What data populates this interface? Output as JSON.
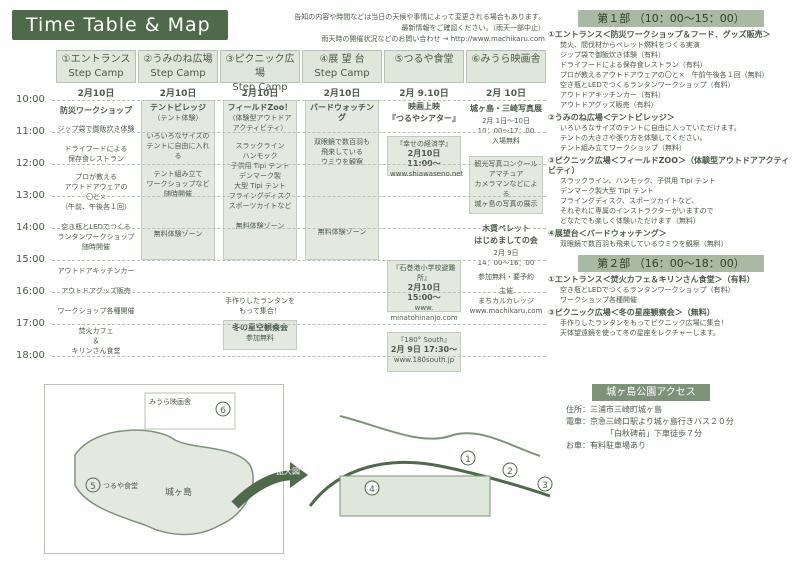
{
  "title": "Time Table & Map",
  "notes": [
    "告知の内容や時間などは当日の天候や事情によって変更される場合もあります。",
    "最新情報をご確認ください。（雨天一部中止）",
    "雨天時の開催状況などのお問い合わせ → http://www.machikaru.com"
  ],
  "times": [
    "10:00",
    "11:00",
    "12:00",
    "13:00",
    "14:00",
    "15:00",
    "16:00",
    "17:00",
    "18:00"
  ],
  "venues": [
    {
      "num": "①",
      "name": "エントランス",
      "sub": "Step Camp",
      "date": "2月10日"
    },
    {
      "num": "②",
      "name": "うみのね広場",
      "sub": "Step Camp",
      "date": "2月10日"
    },
    {
      "num": "③",
      "name": "ピクニック広場",
      "sub": "Step Camp",
      "date": "2月10日"
    },
    {
      "num": "④",
      "name": "展 望 台",
      "sub": "Step Camp",
      "date": "2月10日"
    },
    {
      "num": "⑤",
      "name": "つるや食堂",
      "sub": "",
      "date": "2月 9.10日"
    },
    {
      "num": "⑥",
      "name": "みうら映画舎",
      "sub": "",
      "date": "2月 10日"
    }
  ],
  "col1": [
    "防災ワークショップ",
    "ジップ袋で御飯炊き体験",
    "ドライフードによる",
    "保存食レストラン",
    "プロが教える",
    "アウトドアウェアの",
    "〇と×",
    "（午前、午後各１回）",
    "空き瓶とLEDでつくる",
    "ランタンワークショップ",
    "随時開催",
    "アウトドアキッチンカー",
    "アウトドアグッズ販売",
    "ワークショップ各種開催",
    "焚火カフェ",
    "＆",
    "キリンさん食堂"
  ],
  "col2": [
    "テントビレッジ",
    "（テント体験）",
    "いろいろなサイズの",
    "テントに自由に入れる",
    "テント組み立て",
    "ワークショップなど",
    "随時開催",
    "無料体験ゾーン"
  ],
  "col3": [
    "フィールドZoo！",
    "（体験型アウトドア",
    "アクティビティ）",
    "スラックライン",
    "ハンモック",
    "子供用 Tipi テント",
    "デンマーク製",
    "大型 Tipi テント",
    "フライングディスク",
    "スポーツカイトなど",
    "無料体験ゾーン",
    "手作りしたランタンを",
    "もって集合！",
    "冬の星空観察会",
    "参加無料"
  ],
  "col4": [
    "バードウォッチング",
    "双眼鏡で数百羽も",
    "飛来している",
    "ウミウを観察",
    "無料体験ゾーン"
  ],
  "col5": [
    "映画上映",
    "『つるやシアター』",
    "『幸せの経済学』",
    "2月10日 11:00〜",
    "www.shiawaseno.net",
    "『石巻港小学校避難所』",
    "2月10日 15:00〜",
    "www.",
    "minatohinanjo.com",
    "『180° South』",
    "2月 9日 17:30〜",
    "www.180south.jp"
  ],
  "col6": [
    "城ヶ島・三崎写真展",
    "2月 1日〜10日",
    "10：00〜17：00",
    "入場無料",
    "観光写真コンクール",
    "アマチュア",
    "カメラマンなどによる",
    "城ヶ島の写真の展示",
    "木賃ペレット",
    "はじめましての会",
    "2月 9日",
    "14：00〜16：00",
    "参加無料・要予約",
    "主催",
    "まちカルカレッジ",
    "www.machikaru.com"
  ],
  "part1": {
    "head": "第１部 （10：00〜15：00）",
    "items": [
      {
        "h": "①エントランス＜防災ワークショップ＆フード．グッズ販売＞",
        "d": [
          "焚火、間伐材からペレット燃料をつくる実演",
          "ジップ袋で御飯炊き体験（有料）",
          "ドライフードによる保存食レストラン（有料）",
          "プロが教えるアウトドアウェアの〇と×　午前午後各１回（無料）",
          "空き瓶とLEDでつくるランタンワークショップ（有料）",
          "アウトドアキッチンカー（有料）",
          "アウトドアグッズ販売（有料）"
        ]
      },
      {
        "h": "②うみのね広場＜テントビレッジ＞",
        "d": [
          "いろいろなサイズのテントに自由に入っていただけます。",
          "テントの大きさや張り方を体験してください。",
          "テント組み立てワークショップ（無料）"
        ]
      },
      {
        "h": "③ピクニック広場＜フィールドZOO＞（体験型アウトドアアクティビティ）",
        "d": [
          "スラックライン、ハンモック、子供用 Tipi テント",
          "デンマーク製大型 Tipi テント",
          "フライングディスク、スポーツカイトなど、",
          "それぞれに専属のインストラクターがいますので",
          "どなたでも楽しく体験いただけます（無料）"
        ]
      },
      {
        "h": "④展望台＜バードウォッチング＞",
        "d": [
          "双眼鏡で数百羽も飛来しているウミウを観察（無料）"
        ]
      }
    ]
  },
  "part2": {
    "head": "第２部 （16：00〜18：00）",
    "items": [
      {
        "h": "①エントランス＜焚火カフェ＆キリンさん食堂＞（有料）",
        "d": [
          "空き瓶とLEDでつくるランタンワークショップ（有料）",
          "ワークショップ各種開催"
        ]
      },
      {
        "h": "③ピクニック広場＜冬の星座観察会＞（無料）",
        "d": [
          "手作りしたランタンをもってピクニック広場に集合！",
          "天体望遠鏡を使って冬の星座をレクチャーします。"
        ]
      }
    ]
  },
  "access": {
    "head": "城ヶ島公園アクセス",
    "lines": [
      "住所：三浦市三崎町城ヶ島",
      "電車：京急三崎口駅より城ヶ島行きバス２０分",
      "「白秋碑前」下車徒歩７分",
      "お車：有料駐車場あり"
    ]
  },
  "map_small": {
    "labels": [
      "みうら映画舎",
      "城ヶ島",
      "つるや食堂"
    ]
  },
  "map_big": {
    "label": "拡大図"
  }
}
